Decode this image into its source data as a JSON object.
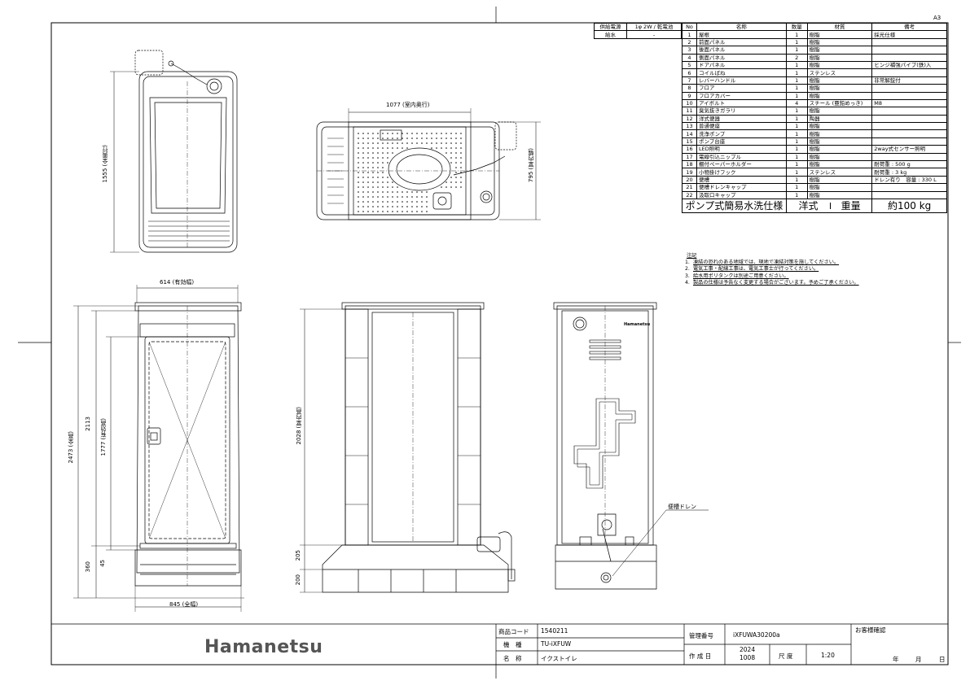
{
  "sheet": {
    "size_label": "A3"
  },
  "supply": {
    "power_label": "供給電源",
    "power_value": "1φ 2W / 乾電池",
    "water_label": "給水",
    "water_value": "-"
  },
  "parts": {
    "headers": [
      "No",
      "名称",
      "数量",
      "材質",
      "備考"
    ],
    "rows": [
      [
        "1",
        "屋根",
        "1",
        "樹脂",
        "採光仕様"
      ],
      [
        "2",
        "前面パネル",
        "1",
        "樹脂",
        ""
      ],
      [
        "3",
        "後面パネル",
        "1",
        "樹脂",
        ""
      ],
      [
        "4",
        "側面パネル",
        "2",
        "樹脂",
        ""
      ],
      [
        "5",
        "ドアパネル",
        "1",
        "樹脂",
        "ヒンジ補強パイプ(鉄)入"
      ],
      [
        "6",
        "コイルばね",
        "1",
        "ステンレス",
        ""
      ],
      [
        "7",
        "レバーハンドル",
        "1",
        "樹脂",
        "非常解錠付"
      ],
      [
        "8",
        "フロア",
        "1",
        "樹脂",
        ""
      ],
      [
        "9",
        "フロアカバー",
        "1",
        "樹脂",
        ""
      ],
      [
        "10",
        "アイボルト",
        "4",
        "スチール (亜鉛めっき)",
        "M8"
      ],
      [
        "11",
        "臭気抜きガラリ",
        "1",
        "樹脂",
        ""
      ],
      [
        "12",
        "洋式便器",
        "1",
        "陶器",
        ""
      ],
      [
        "13",
        "普通便座",
        "1",
        "樹脂",
        ""
      ],
      [
        "14",
        "洗浄ポンプ",
        "1",
        "樹脂",
        ""
      ],
      [
        "15",
        "ポンプ台座",
        "1",
        "樹脂",
        ""
      ],
      [
        "16",
        "LED照明",
        "1",
        "樹脂",
        "2way式センサー照明"
      ],
      [
        "17",
        "電線引込ニップル",
        "1",
        "樹脂",
        ""
      ],
      [
        "18",
        "棚付ペーパーホルダー",
        "1",
        "樹脂",
        "耐荷重 : 500 g"
      ],
      [
        "19",
        "小物掛けフック",
        "1",
        "ステンレス",
        "耐荷重 : 3 kg"
      ],
      [
        "20",
        "便槽",
        "1",
        "樹脂",
        "ドレン有り　容量 : 330 L"
      ],
      [
        "21",
        "便槽ドレンキャップ",
        "1",
        "樹脂",
        ""
      ],
      [
        "22",
        "汲取口キャップ",
        "1",
        "樹脂",
        ""
      ]
    ],
    "summary_spec": "ポンプ式簡易水洗仕様",
    "summary_type": "洋式",
    "summary_weight_label": "重量",
    "summary_weight_value": "約100 kg"
  },
  "notes": {
    "title": "注記",
    "items": [
      "凍結の恐れのある地域では、現地で凍結対策を施してください。",
      "電気工事・配線工事は、電気工事士が行ってください。",
      "給水用ポリタンクは別途ご用意ください。",
      "製品の仕様は予告なく変更する場合がございます。予めご了承ください。"
    ]
  },
  "dimensions": {
    "top_left_depth": "1555 (全奥行)",
    "top_inner_depth": "1077 (室内奥行)",
    "top_inner_width": "795 (室内幅)",
    "effective_width": "614 (有効幅)",
    "total_height": "2473 (全高)",
    "height_2113": "2113",
    "effective_height": "1777 (有効高)",
    "dim_360": "360",
    "dim_45": "45",
    "total_width": "845 (全幅)",
    "inner_height": "2028 (室内高)",
    "dim_205": "205",
    "dim_200": "200"
  },
  "labels": {
    "drain_label": "便槽ドレン",
    "panel_logo": "Hamanetsu"
  },
  "title_block": {
    "brand": "Hamanetsu",
    "product_code_label": "商品コード",
    "product_code_value": "1540211",
    "model_label": "機　種",
    "model_value": "TU-iXFUW",
    "name_label": "名　称",
    "name_value": "イクストイレ",
    "mgmt_label": "管理番号",
    "mgmt_value": "iXFUWA30200a",
    "created_label": "作 成 日",
    "created_year": "2024",
    "created_date": "1008",
    "scale_label": "尺 度",
    "scale_value": "1:20",
    "customer_label": "お客様確認",
    "year_label": "年",
    "month_label": "月",
    "day_label": "日"
  }
}
